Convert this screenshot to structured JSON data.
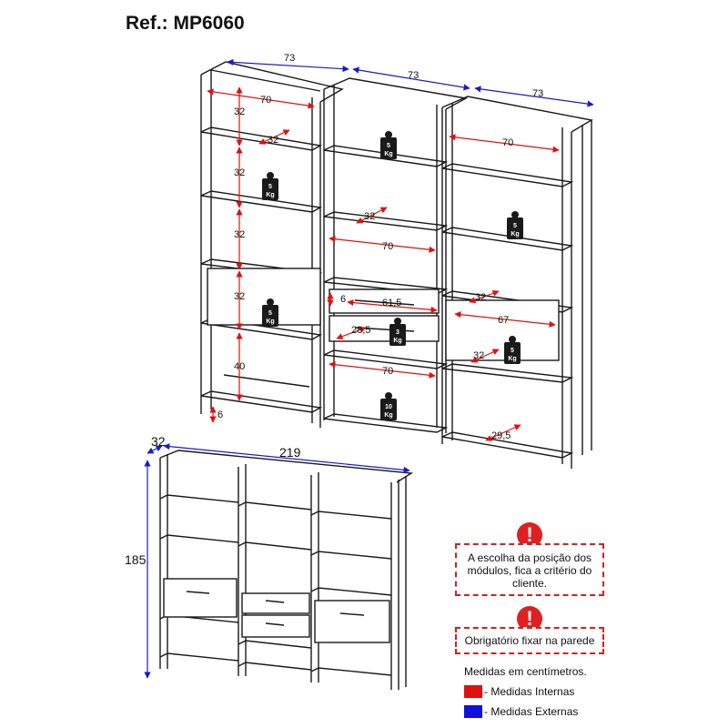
{
  "ref": "Ref.: MP6060",
  "dims": {
    "w73": "73",
    "w70": "70",
    "h32": "32",
    "d32": "32",
    "h40": "40",
    "h6": "6",
    "w61_5": "61,5",
    "d28_5": "28,5",
    "w67": "67",
    "d29_5": "29,5",
    "overall_width": "219",
    "overall_depth": "32",
    "overall_height": "185"
  },
  "weights": {
    "kg5": "5",
    "kg3": "3",
    "kg10": "10",
    "unit": "Kg"
  },
  "notes": {
    "position": "A escolha da posição dos módulos, fica a critério do cliente.",
    "wall": "Obrigatório fixar na parede"
  },
  "warning_icon": "exclamation-icon",
  "legend": {
    "title": "Medidas em centímetros.",
    "internal": "- Medidas Internas",
    "external": "- Medidas Externas",
    "internal_color": "#e01010",
    "external_color": "#1010e0"
  },
  "colors": {
    "red": "#e01010",
    "blue": "#1a1acc",
    "line": "#1a1a1a",
    "warn": "#e02020"
  }
}
